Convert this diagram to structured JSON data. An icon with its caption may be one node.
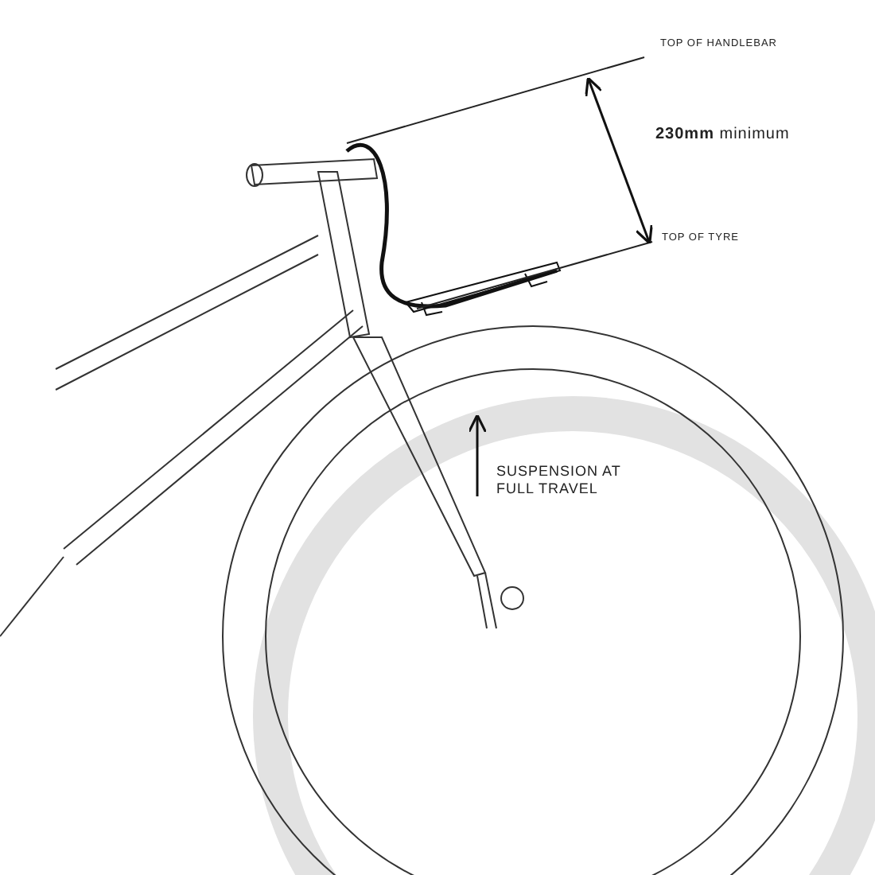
{
  "diagram": {
    "labels": [
      "TOP OF HANDLEBAR",
      "**230mm** minimum",
      "TOP OF TYRE",
      "SUSPENSION AT FULL TRAVEL"
    ]
  }
}
